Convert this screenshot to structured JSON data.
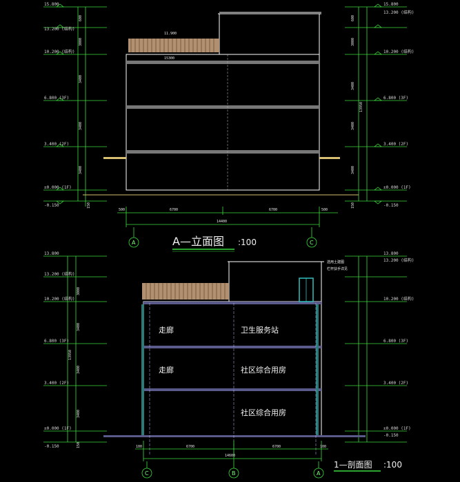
{
  "elevation": {
    "title": "A—立面图",
    "scale": ":100",
    "levels_left": [
      "15.800",
      "13.200 (结构)",
      "10.200 (结构)",
      "6.800 (3F)",
      "3.400 (2F)",
      "±0.000 (1F)",
      "-0.150"
    ],
    "levels_right": [
      "15.800",
      "13.200 (结构)",
      "10.200 (结构)",
      "6.800 (3F)",
      "3.400 (2F)",
      "±0.000 (1F)",
      "-0.150"
    ],
    "vdims_left": [
      "600",
      "3000",
      "3400",
      "3400",
      "3400",
      "150"
    ],
    "vtotal_right": "13950",
    "vdims_right": [
      "600",
      "3000",
      "3400",
      "3400",
      "3400",
      "150"
    ],
    "hdims": [
      "500",
      "6700",
      "6700",
      "500"
    ],
    "htotal": "14400",
    "parapet_label": "11.900",
    "roof_label": "15300",
    "grid_left": "A",
    "grid_right": "C"
  },
  "section": {
    "title": "1—剖面图",
    "scale": ":100",
    "levels_left": [
      "13.800",
      "13.200 (结构)",
      "10.200 (结构)",
      "6.800 (3F)",
      "3.400 (2F)",
      "±0.000 (1F)",
      "-0.150"
    ],
    "levels_right": [
      "13.800",
      "13.200 (结构)",
      "10.200 (结构)",
      "6.800 (3F)",
      "3.400 (2F)",
      "±0.000 (1F)",
      "-0.150"
    ],
    "vdims_left": [
      "3000",
      "3400",
      "3400",
      "3400",
      "150"
    ],
    "vtotal": "13950",
    "hdims": [
      "100",
      "6700",
      "6700",
      "100"
    ],
    "htotal": "14600",
    "rooms": {
      "corridor": "走廊",
      "service": "卫生服务站",
      "community": "社区综合用房"
    },
    "note_line1": "选用土建图",
    "note_line2": "栏杆扶手详见",
    "grid_left": "C",
    "grid_mid": "B",
    "grid_right": "A"
  }
}
